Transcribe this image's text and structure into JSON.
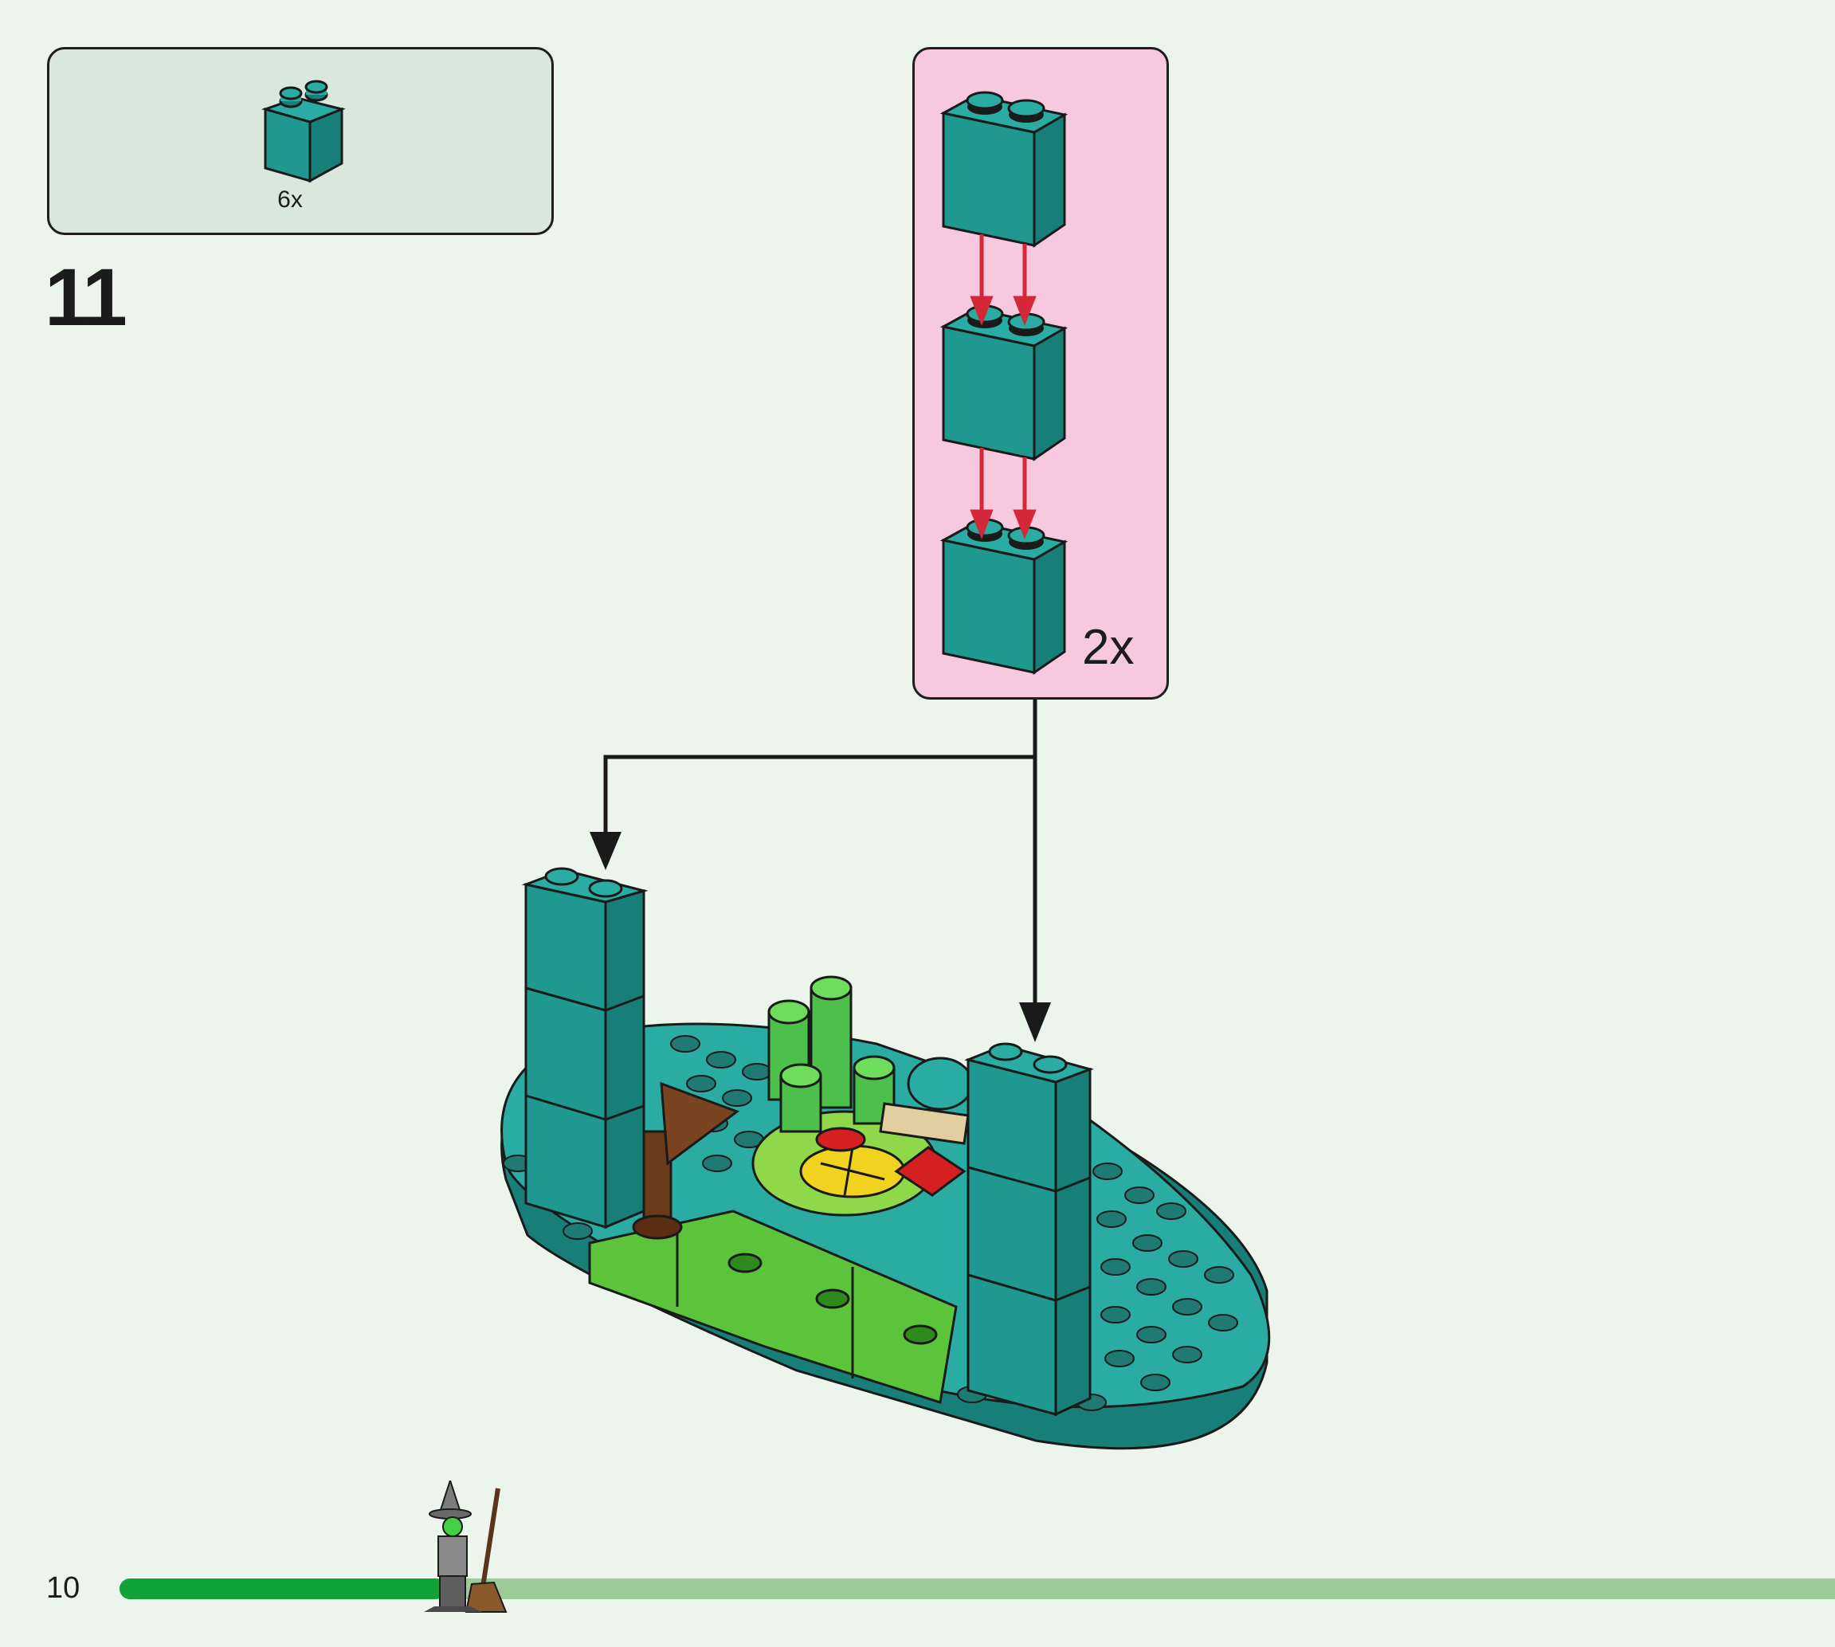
{
  "parts_callout": {
    "count_label": "6x",
    "piece_icon": "teal-2x1-brick-icon"
  },
  "step": {
    "number": "11"
  },
  "subassembly": {
    "multiplier": "2x"
  },
  "footer": {
    "page_number": "10",
    "progress": 0.19,
    "progress_mascot_icon": "witch-minifigure-icon"
  },
  "colors": {
    "background": "#ebf5ec",
    "parts_box": "#d8e8dc",
    "subassembly_box": "#f6c9de",
    "brick_teal": "#1f9990",
    "arrow_red": "#d42838",
    "progress_done": "#12a23a",
    "progress_todo": "#9dcb97"
  }
}
